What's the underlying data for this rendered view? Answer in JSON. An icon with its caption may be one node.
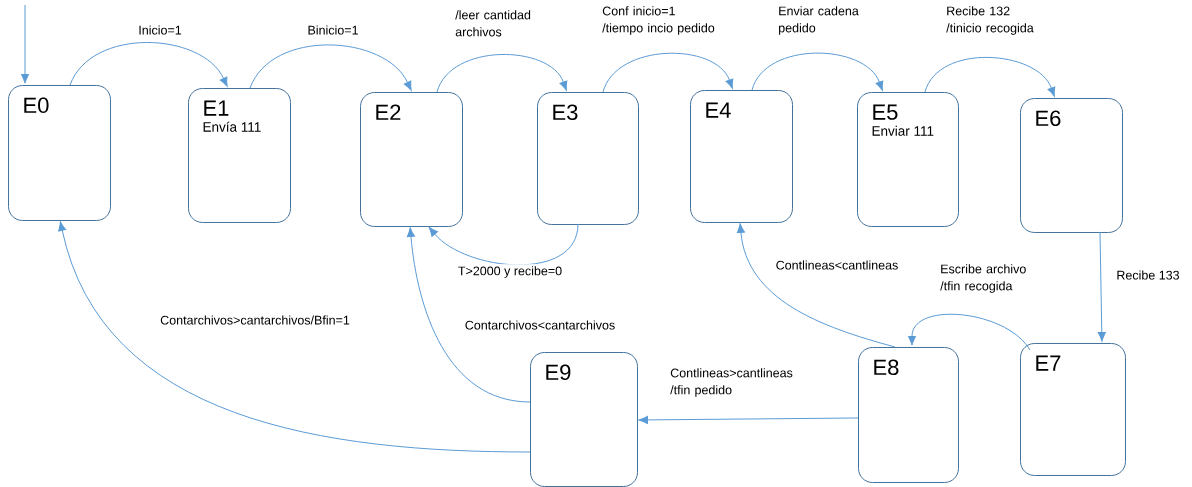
{
  "diagram": {
    "nodes": [
      {
        "text": [
          "E0"
        ]
      },
      {
        "text": [
          "E1",
          "Envía 111"
        ]
      },
      {
        "text": [
          "E2"
        ]
      },
      {
        "text": [
          "E3"
        ]
      },
      {
        "text": [
          "E4"
        ]
      },
      {
        "text": [
          "E5",
          "Enviar 111"
        ]
      },
      {
        "text": [
          "E6"
        ]
      },
      {
        "text": [
          "E7"
        ]
      },
      {
        "text": [
          "E8"
        ]
      },
      {
        "text": [
          "E9"
        ]
      }
    ],
    "edges": [
      {
        "from": null,
        "to": 0,
        "arrow": "to"
      },
      {
        "from": 0,
        "to": 1,
        "arrow": "to",
        "label": "Inicio=1"
      },
      {
        "from": 1,
        "to": 2,
        "arrow": "to",
        "label": "Binicio=1"
      },
      {
        "from": 2,
        "to": 3,
        "arrow": "to",
        "label": "/leer cantidad archivos"
      },
      {
        "from": 3,
        "to": 4,
        "arrow": "to",
        "label": "Conf inicio=1 /tiempo incio pedido"
      },
      {
        "from": 4,
        "to": 5,
        "arrow": "to",
        "label": "Enviar cadena pedido"
      },
      {
        "from": 5,
        "to": 6,
        "arrow": "to",
        "label": "Recibe 132 /tinicio recogida"
      },
      {
        "from": 6,
        "to": 7,
        "arrow": "to",
        "label": "Recibe 133"
      },
      {
        "from": 3,
        "to": 2,
        "arrow": "to",
        "label": "T>2000 y recibe=0"
      },
      {
        "from": 7,
        "to": 8,
        "arrow": "to",
        "label": "Escribe archivo /tfin recogida"
      },
      {
        "from": 8,
        "to": 4,
        "arrow": "to",
        "label": "Contlineas<cantlineas"
      },
      {
        "from": 8,
        "to": 9,
        "arrow": "to",
        "label": "Contlineas>cantlineas /tfin pedido"
      },
      {
        "from": 9,
        "to": 2,
        "arrow": "to",
        "label": "Contarchivos<cantarchivos"
      },
      {
        "from": 9,
        "to": 0,
        "arrow": "to",
        "label": "Contarchivos>cantarchivos/Bfin=1"
      }
    ]
  }
}
